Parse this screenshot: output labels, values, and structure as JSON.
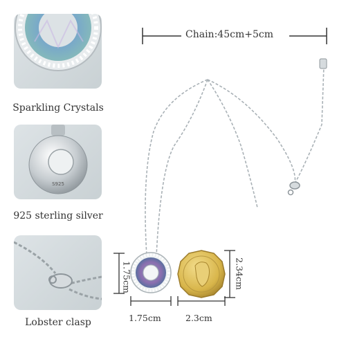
{
  "features": [
    {
      "caption": "Sparkling Crystals",
      "icon": "crystal-ring-closeup"
    },
    {
      "caption": "925 sterling silver",
      "icon": "silver-pendant-back"
    },
    {
      "caption": "Lobster clasp",
      "icon": "lobster-clasp"
    }
  ],
  "dimensions": {
    "chain": "Chain:45cm+5cm",
    "pendant_height": "1.75cm",
    "pendant_width": "1.75cm",
    "coin_width": "2.3cm",
    "coin_height": "2.34cm",
    "stamp": "S925"
  },
  "colors": {
    "silver": "#c8ced2",
    "crystal_purple": "#8e6fb0",
    "crystal_teal": "#6fb0b3",
    "coin_gold": "#d8b54a"
  }
}
